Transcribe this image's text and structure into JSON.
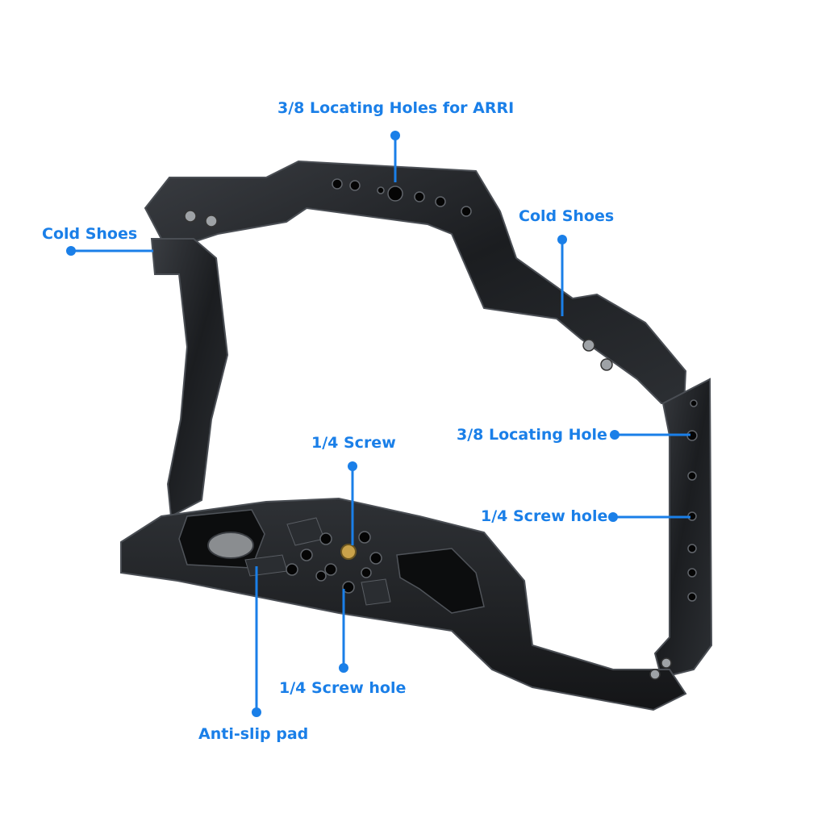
{
  "colors": {
    "accent": "#1a7fe8",
    "metal": "#1d1f22",
    "metal_edge": "#3d4146",
    "background": "#ffffff"
  },
  "labels": {
    "arri_top": "3/8 Locating Holes for ARRI",
    "cold_shoes_left": "Cold Shoes",
    "cold_shoes_right": "Cold Shoes",
    "locating_hole_right": "3/8 Locating Hole",
    "screw_hole_right": "1/4 Screw hole",
    "screw_top": "1/4 Screw",
    "screw_hole_bottom": "1/4 Screw hole",
    "anti_slip": "Anti-slip pad"
  }
}
